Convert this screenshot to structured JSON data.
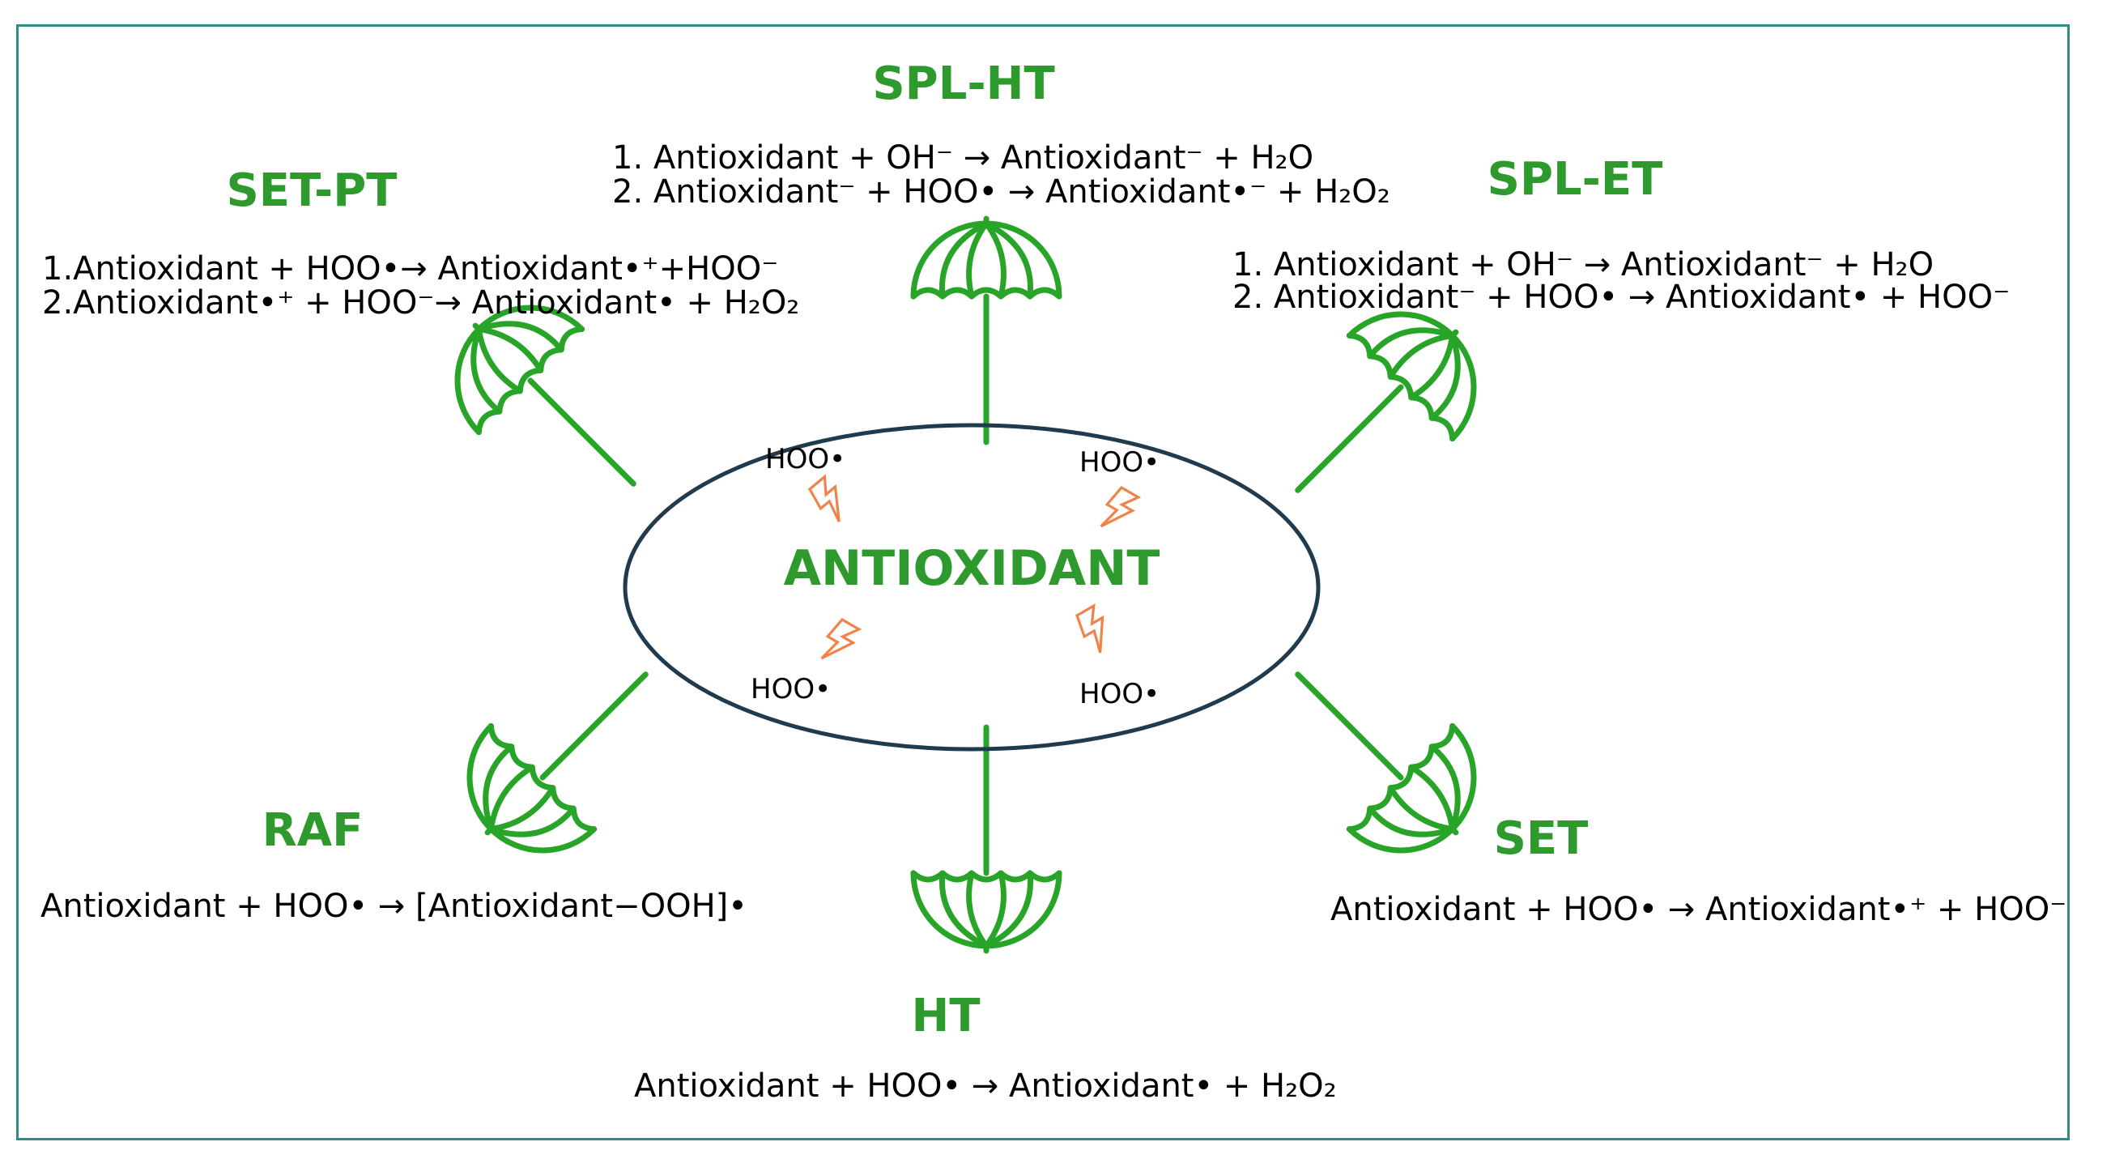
{
  "center": {
    "label": "ANTIOXIDANT",
    "radical": "HOO•"
  },
  "colors": {
    "green": "#2e9a2e",
    "umbrella": "#28a428",
    "bolt": "#f0824a",
    "ellipse": "#1f3b4d",
    "frame": "#2f8a8a"
  },
  "icons": [
    "umbrella-icon",
    "lightning-bolt-icon"
  ],
  "mechanisms": {
    "spl_ht": {
      "title": "SPL-HT",
      "eq1": "1. Antioxidant + OH⁻ → Antioxidant⁻ + H₂O",
      "eq2": "2. Antioxidant⁻ + HOO• → Antioxidant•⁻ + H₂O₂"
    },
    "set_pt": {
      "title": "SET-PT",
      "eq1": "1.Antioxidant + HOO•→ Antioxidant•⁺+HOO⁻",
      "eq2": "2.Antioxidant•⁺ + HOO⁻→ Antioxidant• + H₂O₂"
    },
    "spl_et": {
      "title": "SPL-ET",
      "eq1": "1. Antioxidant + OH⁻ → Antioxidant⁻ + H₂O",
      "eq2": "2. Antioxidant⁻ + HOO• → Antioxidant• + HOO⁻"
    },
    "raf": {
      "title": "RAF",
      "eq": "Antioxidant + HOO• → [Antioxidant−OOH]•"
    },
    "set": {
      "title": "SET",
      "eq": "Antioxidant + HOO• → Antioxidant•⁺ + HOO⁻"
    },
    "ht": {
      "title": "HT",
      "eq": "Antioxidant + HOO• → Antioxidant• + H₂O₂"
    }
  }
}
